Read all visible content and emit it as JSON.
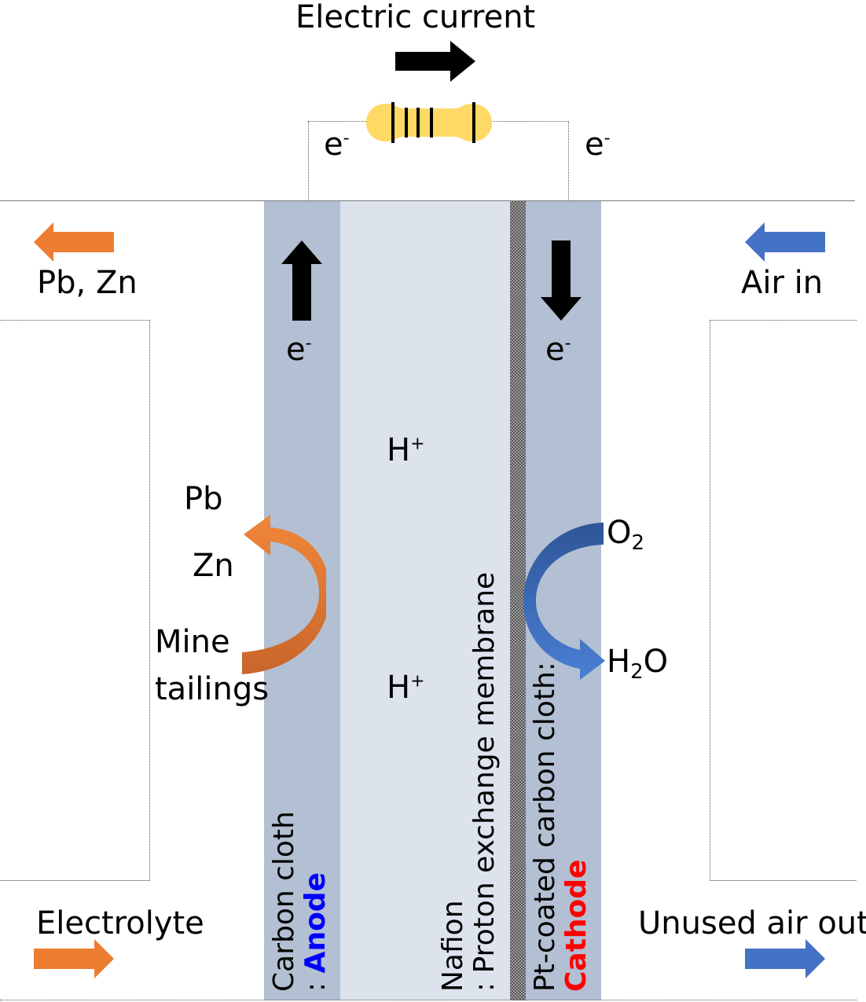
{
  "title": "Electric current",
  "circuit": {
    "electron_left": "e",
    "electron_right": "e",
    "electron_charge": "-"
  },
  "inlet_outlet": {
    "anode_out_label": "Pb, Zn",
    "cathode_in_label": "Air in",
    "anode_in_label": "Electrolyte",
    "cathode_out_label": "Unused air out"
  },
  "electrodes": {
    "anode_electron": "e",
    "cathode_electron": "e",
    "electron_charge": "-"
  },
  "membrane_ions": {
    "proton_top": "H",
    "proton_bottom": "H",
    "charge": "+"
  },
  "anode_reaction": {
    "product_1": "Pb",
    "product_2": "Zn",
    "reactant_line1": "Mine",
    "reactant_line2": "tailings"
  },
  "cathode_reaction": {
    "reactant_main": "O",
    "reactant_sub": "2",
    "product_h": "H",
    "product_sub": "2",
    "product_o": "O"
  },
  "vertical_labels": {
    "anode_line1": "Carbon cloth",
    "anode_prefix": ": ",
    "anode_name": "Anode",
    "membrane_line1": "Nafion",
    "membrane_line2": ": Proton exchange membrane",
    "cathode_line1": "Pt-coated carbon cloth:",
    "cathode_name": "Cathode"
  },
  "colors": {
    "anode_flow": "#ed7d31",
    "cathode_flow": "#4472c4",
    "anode_label": "#0000ff",
    "cathode_label": "#ff0000",
    "electrode": "#b3bfd2",
    "membrane_region": "#dce3ed",
    "resistor": "#ffd966"
  }
}
